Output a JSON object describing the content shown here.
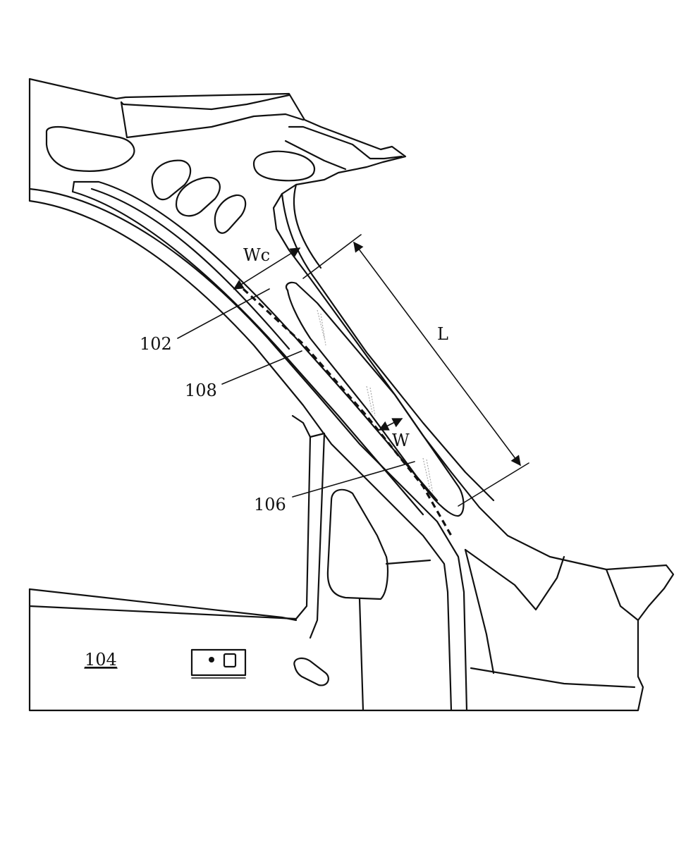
{
  "labels": {
    "wc": "Wc",
    "l": "L",
    "w": "W",
    "ref_102": "102",
    "ref_108": "108",
    "ref_106": "106",
    "ref_104": "104"
  }
}
